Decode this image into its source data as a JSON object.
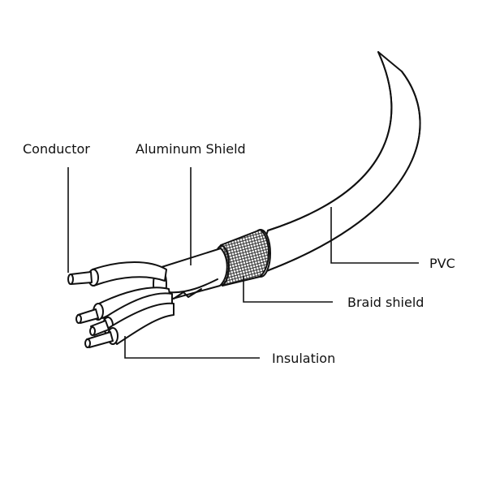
{
  "diagram": {
    "labels": {
      "conductor": "Conductor",
      "aluminum_shield": "Aluminum Shield",
      "pvc": "PVC",
      "braid_shield": "Braid shield",
      "insulation": "Insulation"
    },
    "colors": {
      "line": "#111111",
      "background": "#ffffff",
      "braid": "#555555"
    }
  }
}
